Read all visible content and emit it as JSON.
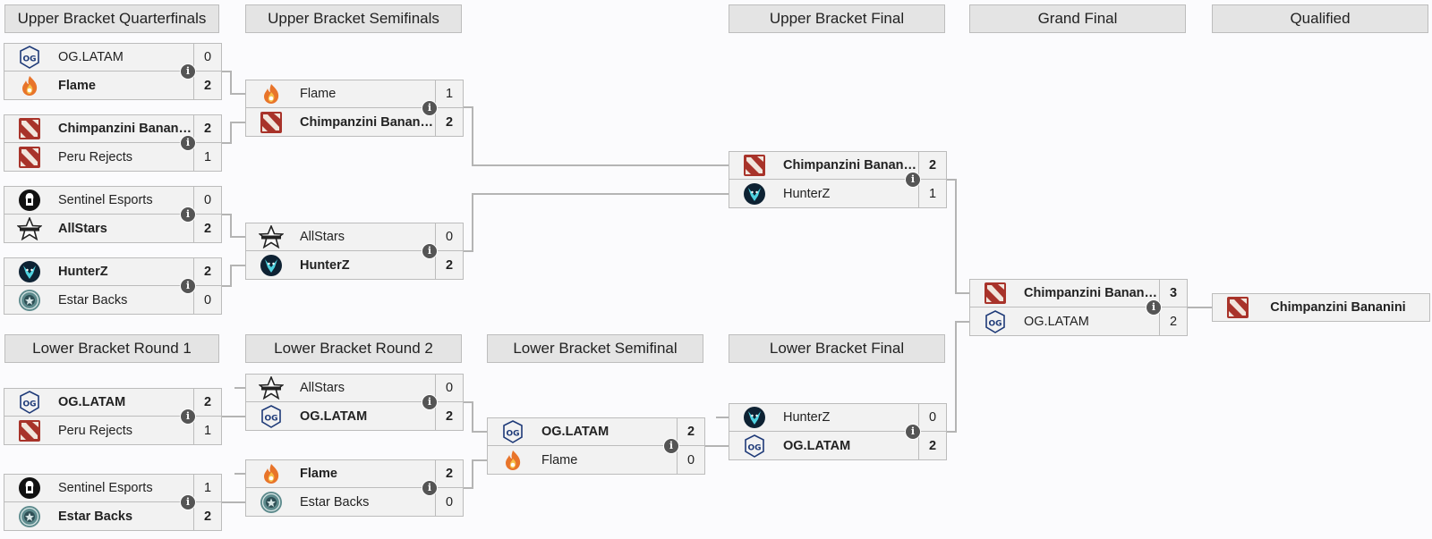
{
  "rounds": {
    "ubqf": "Upper Bracket Quarterfinals",
    "ubsf": "Upper Bracket Semifinals",
    "ubf": "Upper Bracket Final",
    "gf": "Grand Final",
    "qual": "Qualified",
    "lbr1": "Lower Bracket Round 1",
    "lbr2": "Lower Bracket Round 2",
    "lbsf": "Lower Bracket Semifinal",
    "lbf": "Lower Bracket Final"
  },
  "matches": {
    "ubqf1": [
      {
        "name": "OG.LATAM",
        "score": "0",
        "logo": "og-icon"
      },
      {
        "name": "Flame",
        "score": "2",
        "logo": "flame-icon",
        "win": true
      }
    ],
    "ubqf2": [
      {
        "name": "Chimpanzini Bananini",
        "score": "2",
        "logo": "dota-icon",
        "win": true
      },
      {
        "name": "Peru Rejects",
        "score": "1",
        "logo": "dota-icon"
      }
    ],
    "ubqf3": [
      {
        "name": "Sentinel Esports",
        "score": "0",
        "logo": "sentinel-icon"
      },
      {
        "name": "AllStars",
        "score": "2",
        "logo": "allstars-icon",
        "win": true
      }
    ],
    "ubqf4": [
      {
        "name": "HunterZ",
        "score": "2",
        "logo": "hunterz-icon",
        "win": true
      },
      {
        "name": "Estar Backs",
        "score": "0",
        "logo": "estar-icon"
      }
    ],
    "ubsf1": [
      {
        "name": "Flame",
        "score": "1",
        "logo": "flame-icon"
      },
      {
        "name": "Chimpanzini Bananini",
        "score": "2",
        "logo": "dota-icon",
        "win": true
      }
    ],
    "ubsf2": [
      {
        "name": "AllStars",
        "score": "0",
        "logo": "allstars-icon"
      },
      {
        "name": "HunterZ",
        "score": "2",
        "logo": "hunterz-icon",
        "win": true
      }
    ],
    "ubf": [
      {
        "name": "Chimpanzini Bananini",
        "score": "2",
        "logo": "dota-icon",
        "win": true
      },
      {
        "name": "HunterZ",
        "score": "1",
        "logo": "hunterz-icon"
      }
    ],
    "gf": [
      {
        "name": "Chimpanzini Bananini",
        "score": "3",
        "logo": "dota-icon",
        "win": true
      },
      {
        "name": "OG.LATAM",
        "score": "2",
        "logo": "og-icon"
      }
    ],
    "lbr1a": [
      {
        "name": "OG.LATAM",
        "score": "2",
        "logo": "og-icon",
        "win": true
      },
      {
        "name": "Peru Rejects",
        "score": "1",
        "logo": "dota-icon"
      }
    ],
    "lbr1b": [
      {
        "name": "Sentinel Esports",
        "score": "1",
        "logo": "sentinel-icon"
      },
      {
        "name": "Estar Backs",
        "score": "2",
        "logo": "estar-icon",
        "win": true
      }
    ],
    "lbr2a": [
      {
        "name": "AllStars",
        "score": "0",
        "logo": "allstars-icon"
      },
      {
        "name": "OG.LATAM",
        "score": "2",
        "logo": "og-icon",
        "win": true
      }
    ],
    "lbr2b": [
      {
        "name": "Flame",
        "score": "2",
        "logo": "flame-icon",
        "win": true
      },
      {
        "name": "Estar Backs",
        "score": "0",
        "logo": "estar-icon"
      }
    ],
    "lbsf": [
      {
        "name": "OG.LATAM",
        "score": "2",
        "logo": "og-icon",
        "win": true
      },
      {
        "name": "Flame",
        "score": "0",
        "logo": "flame-icon"
      }
    ],
    "lbf": [
      {
        "name": "HunterZ",
        "score": "0",
        "logo": "hunterz-icon"
      },
      {
        "name": "OG.LATAM",
        "score": "2",
        "logo": "og-icon",
        "win": true
      }
    ]
  },
  "qualified": {
    "name": "Chimpanzini Bananini",
    "logo": "dota-icon"
  },
  "info_glyph": "i",
  "colors": {
    "og": "#1e3a78",
    "flame": "#e8742a",
    "dota": "#a8332a",
    "line": "#b4b4b4"
  }
}
